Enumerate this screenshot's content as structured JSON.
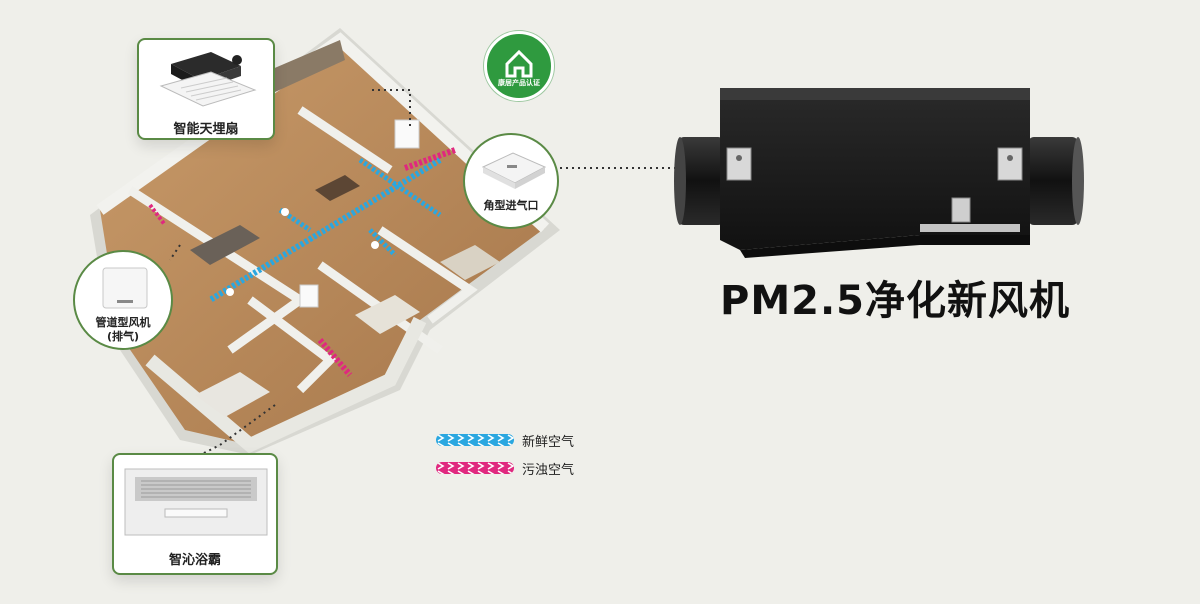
{
  "badge": {
    "text": "康居产品认证",
    "icon": "house-icon",
    "color": "#2f9a3f"
  },
  "callouts": {
    "ceiling_fan": "智能天埋扇",
    "corner_inlet": "角型进气口",
    "duct_fan_line1": "管道型风机",
    "duct_fan_line2": "(排气)",
    "bath_heater": "智沁浴霸"
  },
  "product": {
    "title": "PM2.5净化新风机"
  },
  "legend": [
    {
      "label": "新鲜空气",
      "color": "#2aa7e0"
    },
    {
      "label": "污浊空气",
      "color": "#e0287f"
    }
  ],
  "colors": {
    "accent_green": "#5a8a45",
    "fresh": "#2aa7e0",
    "stale": "#e0287f"
  }
}
